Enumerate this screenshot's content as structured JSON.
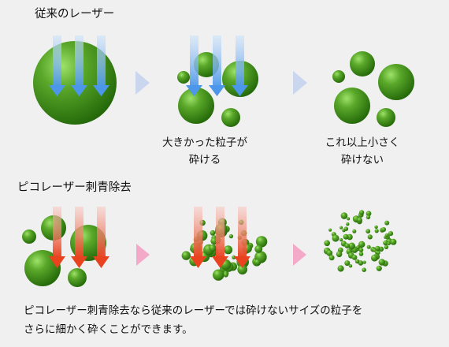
{
  "conventional": {
    "title": "従来のレーザー",
    "step2_caption": [
      "大きかった粒子が",
      "砕ける"
    ],
    "step3_caption": [
      "これ以上小さく",
      "砕けない"
    ]
  },
  "pico": {
    "title": "ピコレーザー刺青除去"
  },
  "footnote": [
    "ピコレーザー刺青除去なら従来のレーザーでは砕けないサイズの粒子を",
    "さらに細かく砕くことができます。"
  ],
  "colors": {
    "background": "#f0f0f0",
    "particle_dark": "#2f7a0e",
    "particle_light": "#8fd460",
    "blue_beam": "#5aa0e8",
    "red_beam": "#e23a1c",
    "chevron_blue": "#c9d6ee",
    "chevron_pink": "#f3a9c8"
  }
}
